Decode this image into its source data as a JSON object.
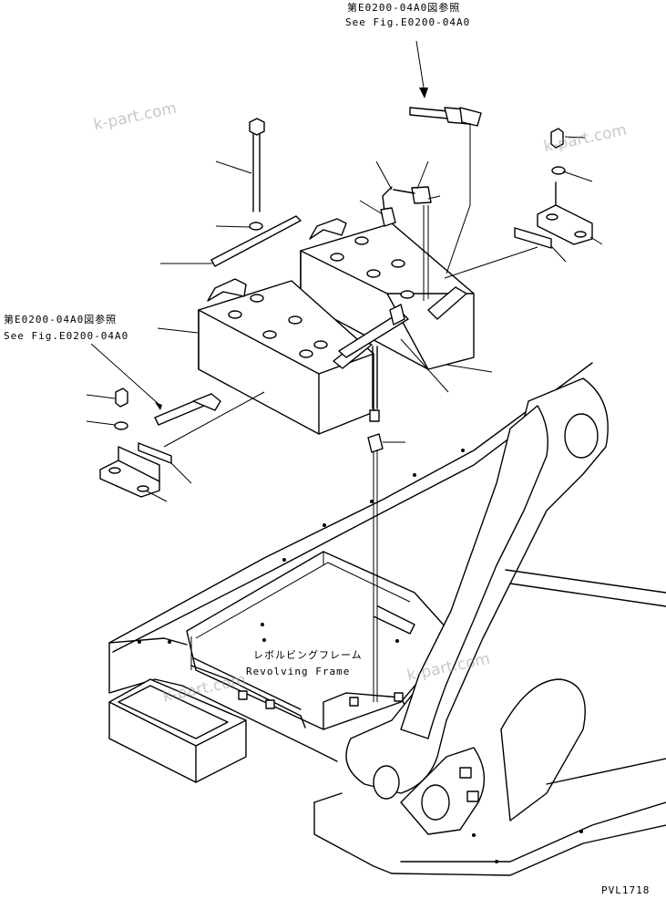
{
  "references": {
    "top_jp": "第E0200-04A0図参照",
    "top_en": "See Fig.E0200-04A0",
    "left_jp": "第E0200-04A0図参照",
    "left_en": "See Fig.E0200-04A0"
  },
  "frame_label": {
    "jp": "レボルビングフレーム",
    "en": "Revolving Frame"
  },
  "drawing_number": "PVL1718",
  "watermarks": [
    "k-part.com",
    "k-part.com",
    "k-part.com",
    "k-part.com"
  ]
}
